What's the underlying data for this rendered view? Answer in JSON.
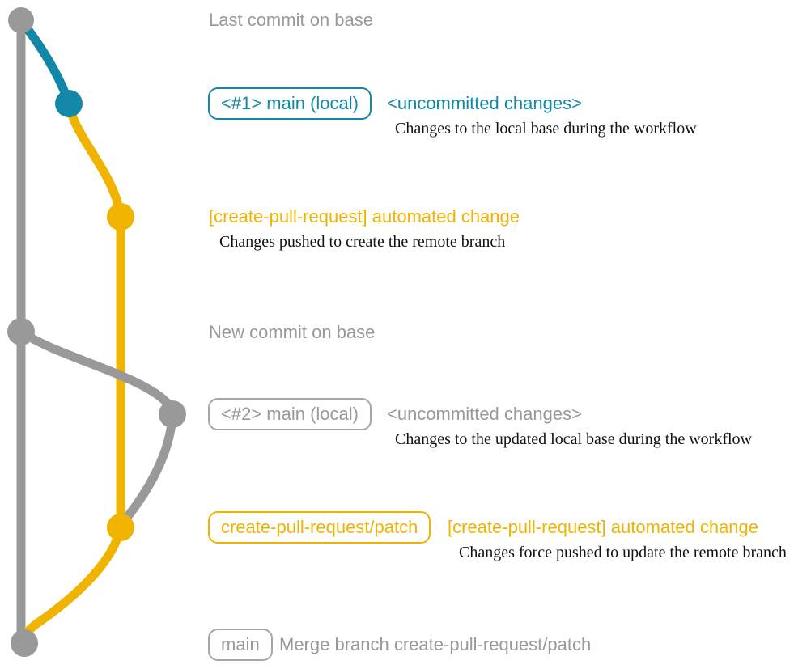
{
  "colors": {
    "teal": "#1287a8",
    "gold": "#f0b400",
    "gray": "#999999",
    "gray-border": "#a6a6a6",
    "ink": "#111111"
  },
  "rows": {
    "last_commit": {
      "label": "Last commit on base"
    },
    "main1": {
      "badge": "<#1> main (local)",
      "title": "<uncommitted changes>",
      "desc": "Changes to the local base during the workflow"
    },
    "push1": {
      "title": "[create-pull-request] automated change",
      "desc": "Changes pushed to create the remote branch"
    },
    "new_commit": {
      "label": "New commit on base"
    },
    "main2": {
      "badge": "<#2> main (local)",
      "title": "<uncommitted changes>",
      "desc": "Changes to the updated local base during the workflow"
    },
    "push2": {
      "badge": "create-pull-request/patch",
      "title": "[create-pull-request] automated change",
      "desc": "Changes force pushed to update the remote branch"
    },
    "merge": {
      "badge": "main",
      "label": "Merge branch create-pull-request/patch"
    }
  },
  "graph": {
    "nodes": [
      {
        "id": "base-top",
        "color": "gray"
      },
      {
        "id": "main-local-1",
        "color": "teal"
      },
      {
        "id": "patch-commit-1",
        "color": "gold"
      },
      {
        "id": "base-new-commit",
        "color": "gray"
      },
      {
        "id": "main-local-2",
        "color": "gray"
      },
      {
        "id": "patch-commit-2",
        "color": "gold"
      },
      {
        "id": "base-merge",
        "color": "gray"
      }
    ]
  }
}
